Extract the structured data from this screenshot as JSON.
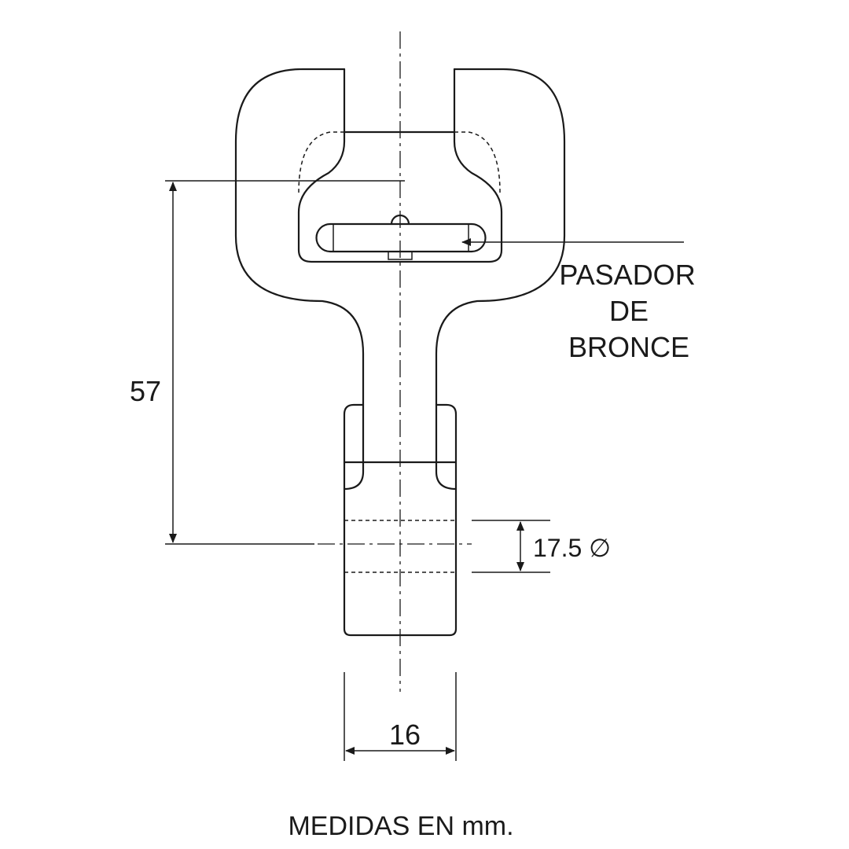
{
  "drawing": {
    "label_pin_line1": "PASADOR",
    "label_pin_line2": "DE",
    "label_pin_line3": "BRONCE",
    "dim_height": "57",
    "dim_diameter": "17.5 ∅",
    "dim_width": "16",
    "footer_note": "MEDIDAS EN mm."
  }
}
